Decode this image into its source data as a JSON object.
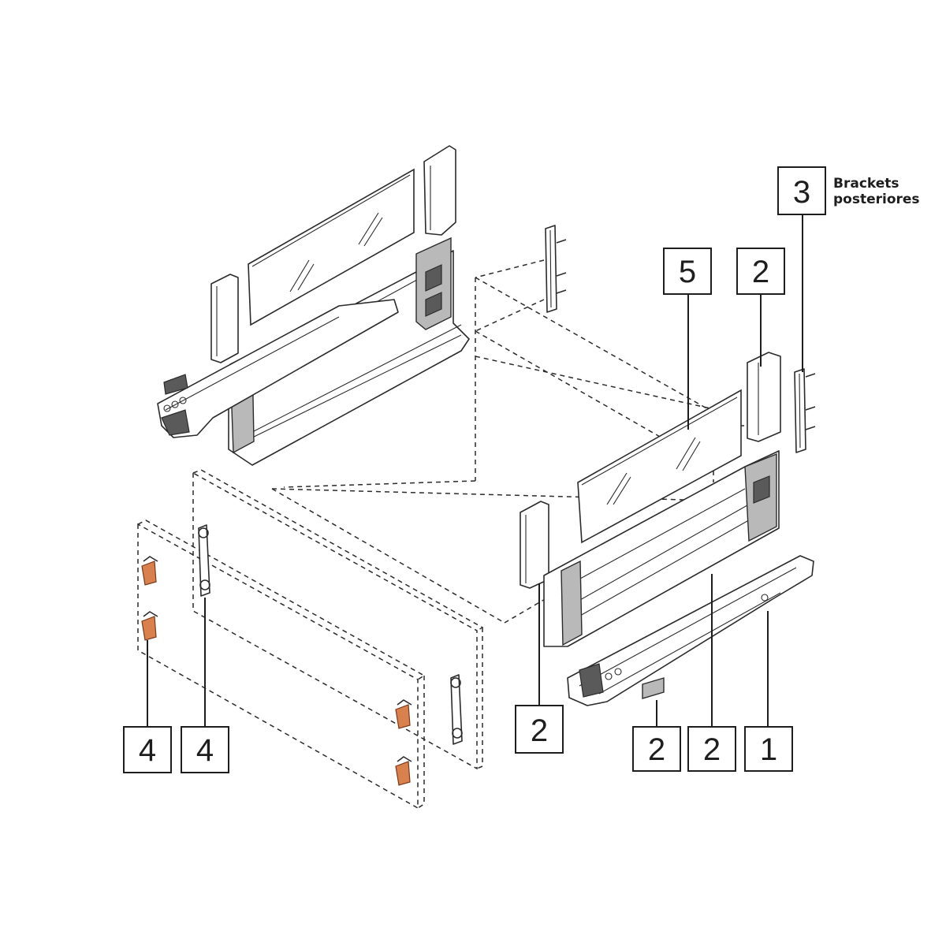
{
  "callouts": [
    {
      "label": "3"
    },
    {
      "label": "5"
    },
    {
      "label": "2"
    },
    {
      "label": "2"
    },
    {
      "label": "2"
    },
    {
      "label": "2"
    },
    {
      "label": "1"
    },
    {
      "label": "4"
    },
    {
      "label": "4"
    }
  ],
  "note": {
    "line1": "Brackets",
    "line2": "posteriores"
  },
  "colors": {
    "line": "#2b2b2b",
    "fixing_clip": "#d9804f",
    "background": "#ffffff"
  }
}
